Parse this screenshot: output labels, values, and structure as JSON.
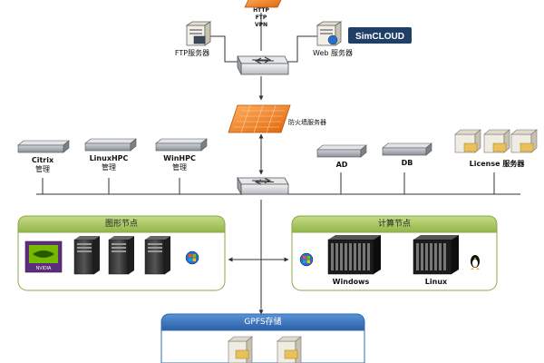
{
  "internet": {
    "protocols": [
      "HTTP",
      "FTP",
      "VPN"
    ]
  },
  "servers": {
    "ftp": "FTP服务器",
    "web": "Web 服务器",
    "cloud_logo": "SimCLOUD"
  },
  "firewall": {
    "label": "防火墙服务器"
  },
  "management": [
    {
      "name": "Citrix",
      "sub": "管理"
    },
    {
      "name": "LinuxHPC",
      "sub": "管理"
    },
    {
      "name": "WinHPC",
      "sub": "管理"
    }
  ],
  "services": [
    {
      "name": "AD"
    },
    {
      "name": "DB"
    },
    {
      "name": "License 服务器"
    }
  ],
  "graphics_panel": {
    "title": "图形节点",
    "gpu_brand": "NVIDIA"
  },
  "compute_panel": {
    "title": "计算节点",
    "windows_label": "Windows",
    "linux_label": "Linux"
  },
  "storage_panel": {
    "title": "GPFS存储"
  },
  "colors": {
    "firewall": "#f07a1a",
    "panel_header_green": "#a7c461",
    "panel_border": "#8aaa4a",
    "storage_header": "#2f6db5",
    "line": "#333333"
  }
}
